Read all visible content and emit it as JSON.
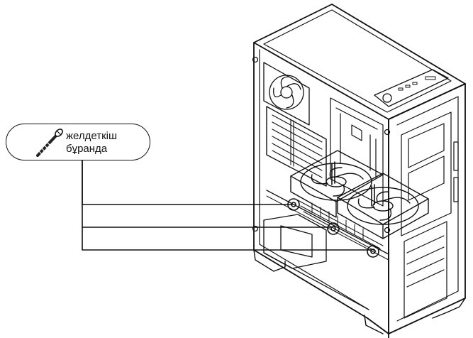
{
  "callout": {
    "label_line1": "желдеткіш",
    "label_line2": "бұранда",
    "icon": "screw-icon"
  },
  "diagram": {
    "subject": "pc-tower-case",
    "pointers": [
      {
        "name": "leader-line-1",
        "target": "screw-point-1"
      },
      {
        "name": "leader-line-2",
        "target": "screw-point-2"
      },
      {
        "name": "leader-line-3",
        "target": "screw-point-3"
      }
    ]
  }
}
